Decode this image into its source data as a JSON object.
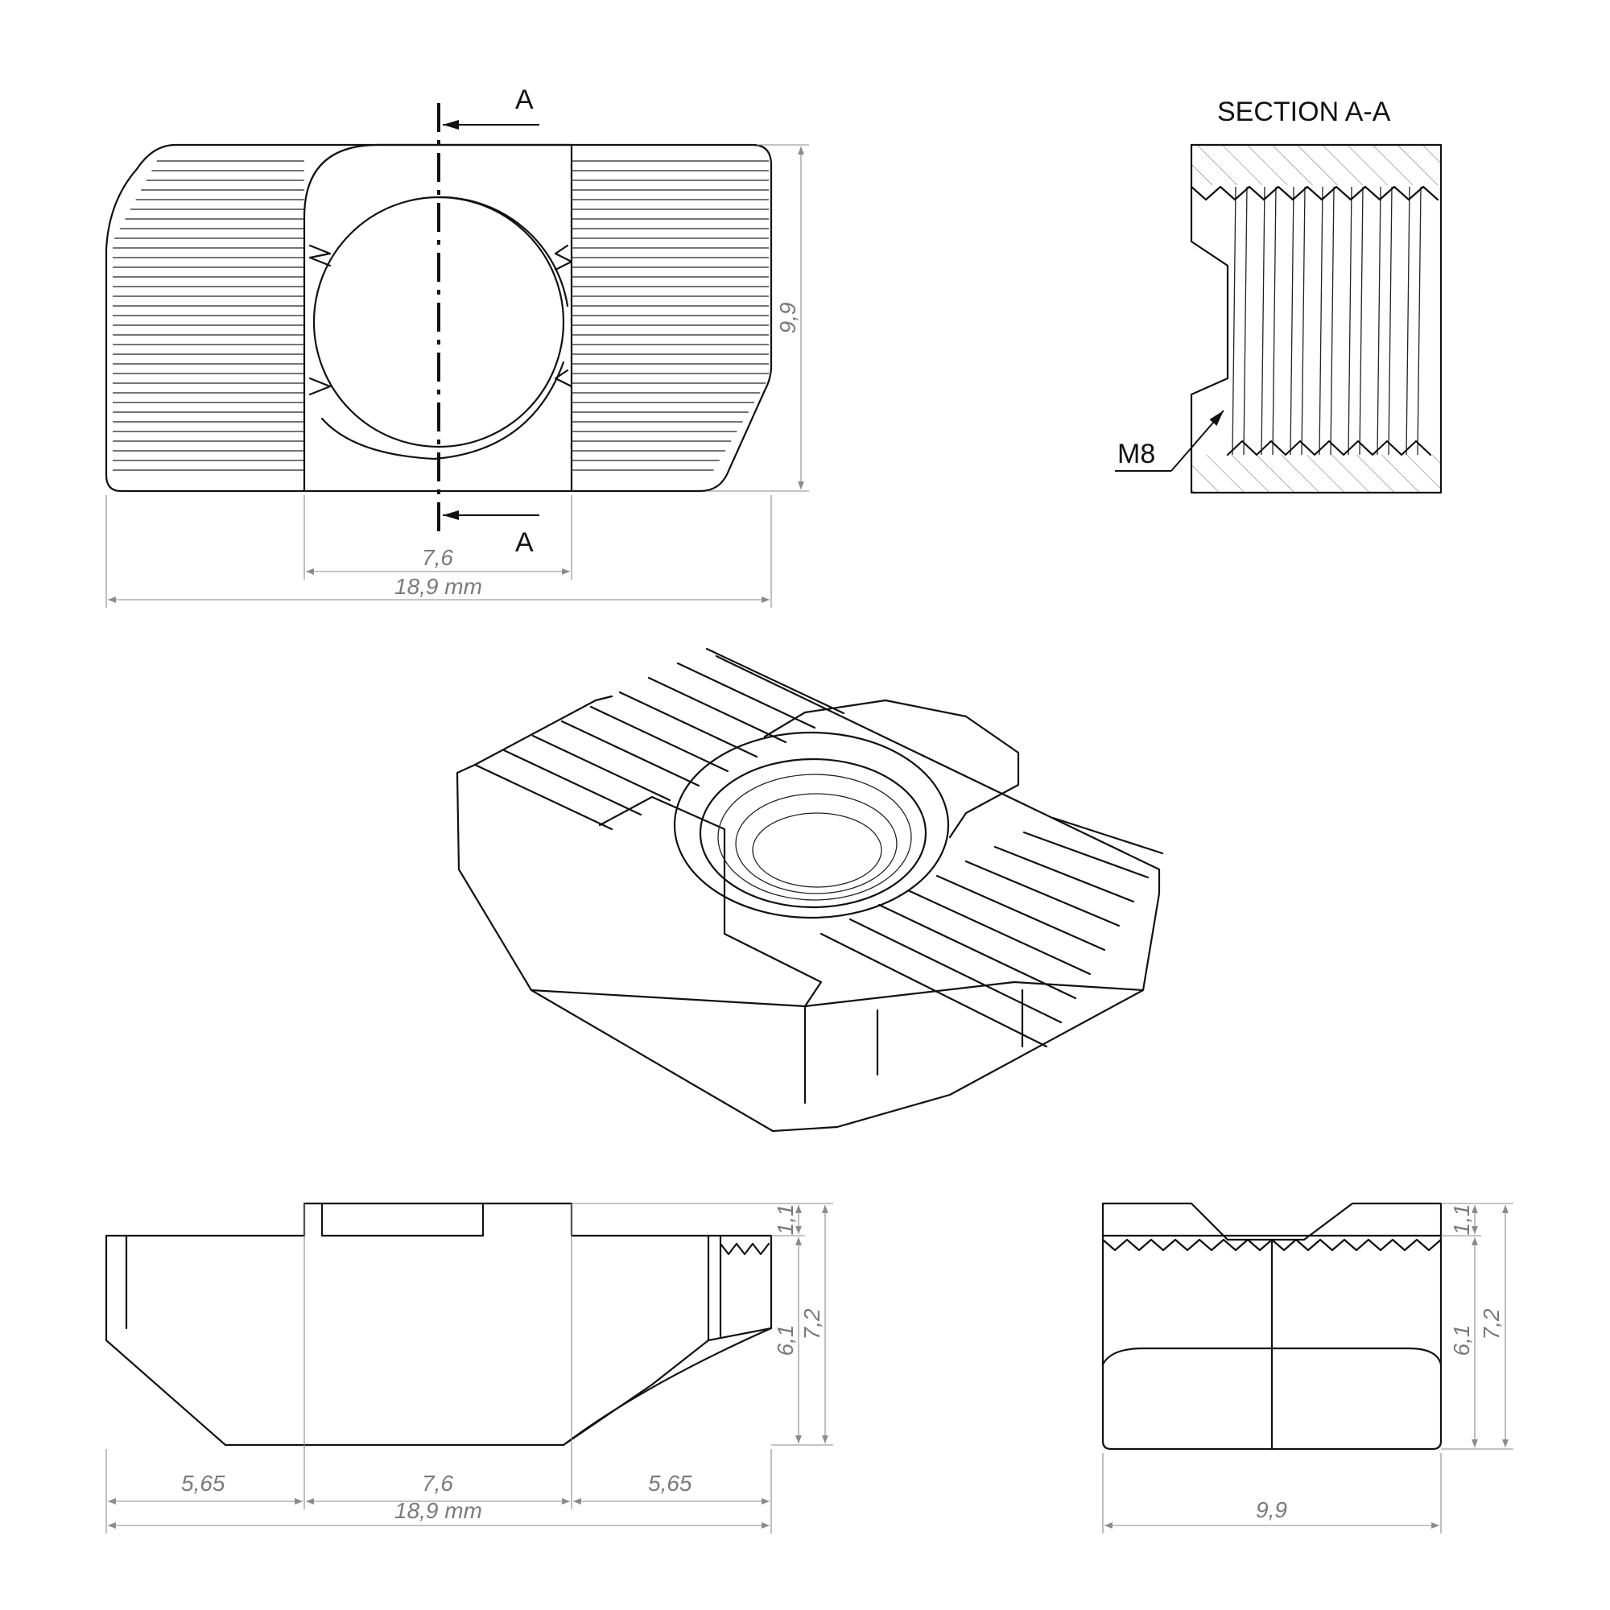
{
  "title": "SECTION A-A",
  "section_marker": "A",
  "thread_label": "M8",
  "top_view": {
    "dim_width": "18,9 mm",
    "dim_slot": "7,6",
    "dim_height": "9,9"
  },
  "front_view": {
    "dim_left": "5,65",
    "dim_mid": "7,6",
    "dim_right": "5,65",
    "dim_total": "18,9 mm",
    "dim_top": "1,1",
    "dim_body": "6,1",
    "dim_full": "7,2"
  },
  "side_view": {
    "dim_width": "9,9",
    "dim_top": "1,1",
    "dim_body": "6,1",
    "dim_full": "7,2"
  }
}
